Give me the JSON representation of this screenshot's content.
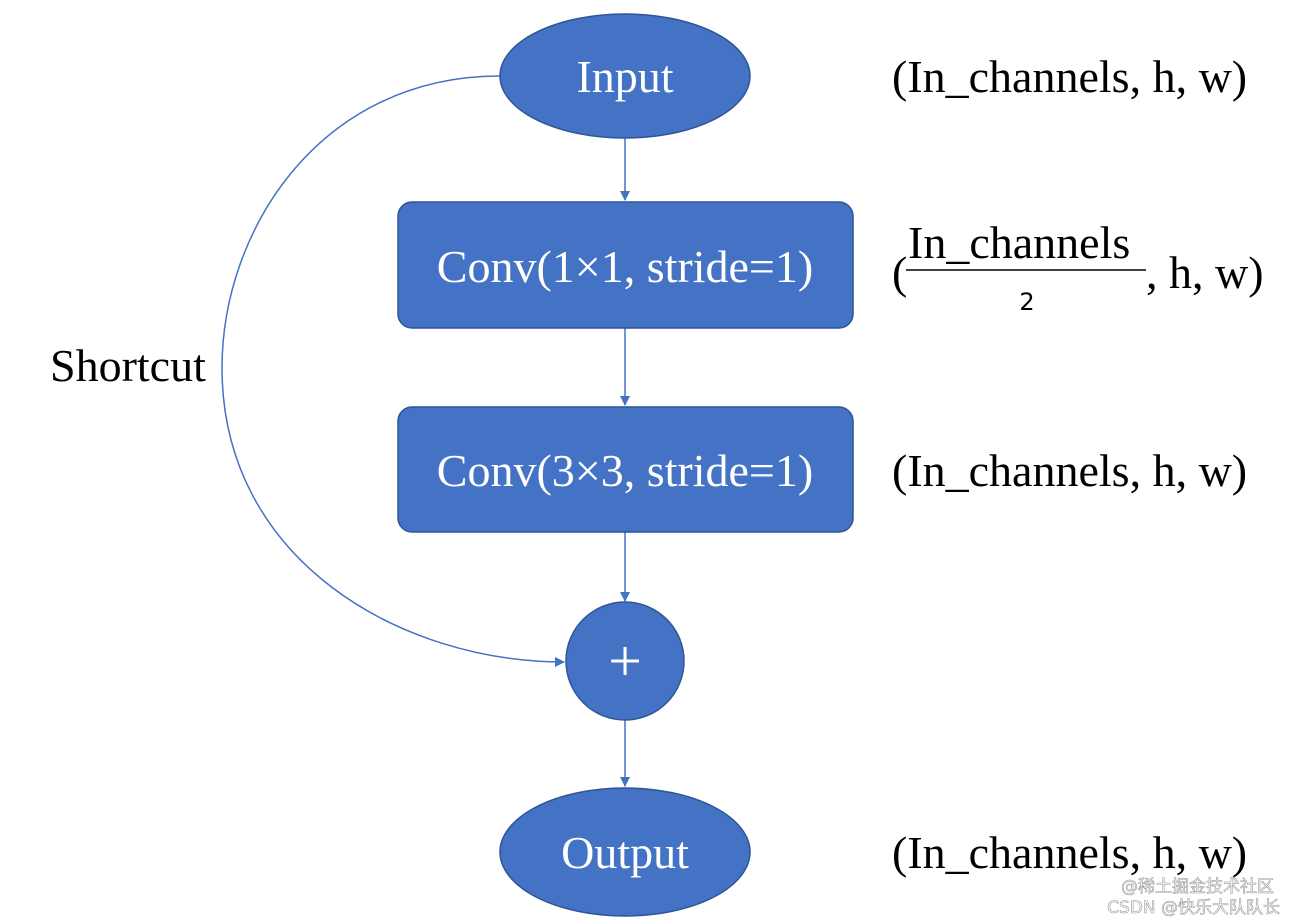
{
  "nodes": {
    "input": "Input",
    "conv1": "Conv(1×1, stride=1)",
    "conv2": "Conv(3×3, stride=1)",
    "add": "+",
    "output": "Output"
  },
  "shapes": {
    "input": "(In_channels, h, w)",
    "conv1": {
      "open": "(",
      "numerator": "In_channels",
      "denominator": "2",
      "rest": ", h, w)"
    },
    "conv2": "(In_channels, h, w)",
    "output": "(In_channels, h, w)"
  },
  "shortcut_label": "Shortcut",
  "watermark": {
    "line1": "@稀土掘金技术社区",
    "line2": "CSDN @快乐大队队长"
  },
  "colors": {
    "node_fill": "#4472C4",
    "node_stroke": "#2F5597",
    "edge": "#4472C4"
  }
}
